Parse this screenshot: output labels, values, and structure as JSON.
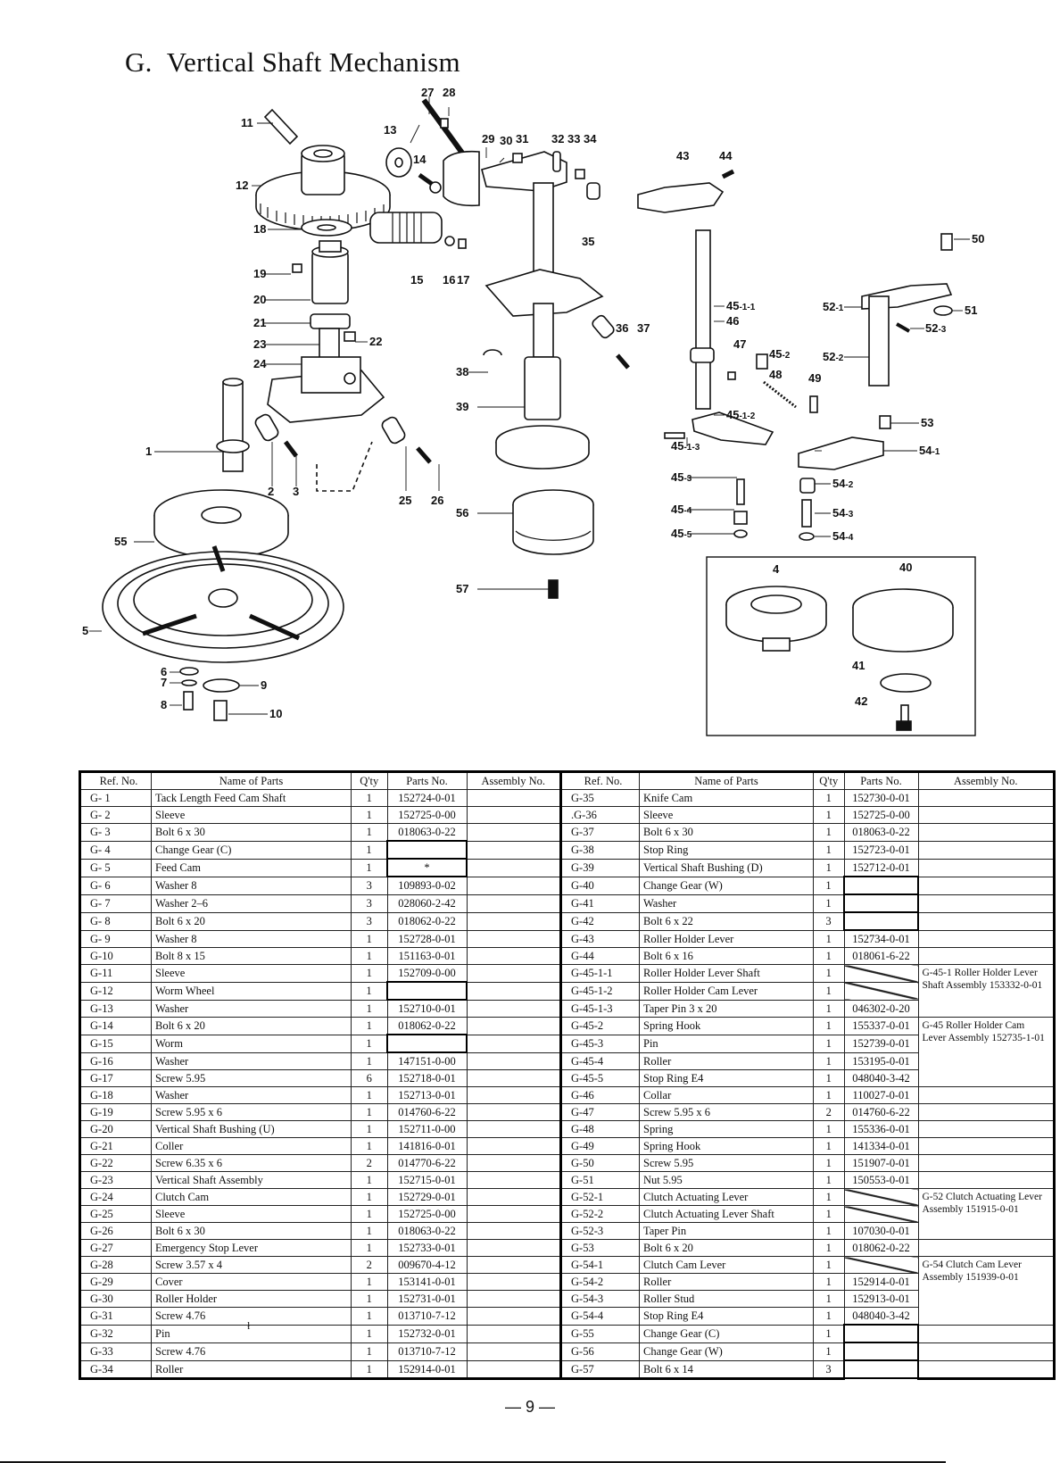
{
  "page": {
    "section_letter": "G.",
    "section_title": "Vertical Shaft Mechanism",
    "page_number": "— 9 —",
    "stray_mark": "ł"
  },
  "diagram": {
    "callouts": [
      "1",
      "2",
      "3",
      "4",
      "5",
      "6",
      "7",
      "8",
      "9",
      "10",
      "11",
      "12",
      "13",
      "14",
      "15",
      "16",
      "17",
      "18",
      "19",
      "20",
      "21",
      "22",
      "23",
      "24",
      "25",
      "26",
      "27",
      "28",
      "29",
      "30",
      "31",
      "32",
      "33",
      "34",
      "35",
      "36",
      "37",
      "38",
      "39",
      "40",
      "41",
      "42",
      "43",
      "44",
      "45-1-1",
      "45-1-2",
      "45-1-3",
      "45-2",
      "45-3",
      "45-4",
      "45-5",
      "46",
      "47",
      "48",
      "49",
      "50",
      "51",
      "52-1",
      "52-2",
      "52-3",
      "53",
      "54-1",
      "54-2",
      "54-3",
      "54-4",
      "55",
      "56",
      "57"
    ],
    "inset_callouts": [
      "4",
      "40",
      "41",
      "42"
    ]
  },
  "table": {
    "headers": {
      "ref": "Ref. No.",
      "name": "Name of Parts",
      "qty": "Q'ty",
      "parts_no": "Parts No.",
      "assembly_no": "Assembly No."
    },
    "left": [
      {
        "ref": "G- 1",
        "name": "Tack Length Feed Cam Shaft",
        "qty": "1",
        "parts_no": "152724-0-01"
      },
      {
        "ref": "G- 2",
        "name": "Sleeve",
        "qty": "1",
        "parts_no": "152725-0-00"
      },
      {
        "ref": "G- 3",
        "name": "Bolt 6 x 30",
        "qty": "1",
        "parts_no": "018063-0-22"
      },
      {
        "ref": "G- 4",
        "name": "Change Gear (C)",
        "qty": "1",
        "parts_no": "",
        "boxed": true
      },
      {
        "ref": "G- 5",
        "name": "Feed Cam",
        "qty": "1",
        "parts_no": "*",
        "boxed": true
      },
      {
        "ref": "G- 6",
        "name": "Washer 8",
        "qty": "3",
        "parts_no": "109893-0-02"
      },
      {
        "ref": "G- 7",
        "name": "Washer 2–6",
        "qty": "3",
        "parts_no": "028060-2-42"
      },
      {
        "ref": "G- 8",
        "name": "Bolt 6 x 20",
        "qty": "3",
        "parts_no": "018062-0-22"
      },
      {
        "ref": "G- 9",
        "name": "Washer 8",
        "qty": "1",
        "parts_no": "152728-0-01"
      },
      {
        "ref": "G-10",
        "name": "Bolt 8 x 15",
        "qty": "1",
        "parts_no": "151163-0-01"
      },
      {
        "ref": "G-11",
        "name": "Sleeve",
        "qty": "1",
        "parts_no": "152709-0-00"
      },
      {
        "ref": "G-12",
        "name": "Worm Wheel",
        "qty": "1",
        "parts_no": "",
        "boxed": true
      },
      {
        "ref": "G-13",
        "name": "Washer",
        "qty": "1",
        "parts_no": "152710-0-01"
      },
      {
        "ref": "G-14",
        "name": "Bolt 6 x 20",
        "qty": "1",
        "parts_no": "018062-0-22"
      },
      {
        "ref": "G-15",
        "name": "Worm",
        "qty": "1",
        "parts_no": "",
        "boxed": true
      },
      {
        "ref": "G-16",
        "name": "Washer",
        "qty": "1",
        "parts_no": "147151-0-00"
      },
      {
        "ref": "G-17",
        "name": "Screw 5.95",
        "qty": "6",
        "parts_no": "152718-0-01"
      },
      {
        "ref": "G-18",
        "name": "Washer",
        "qty": "1",
        "parts_no": "152713-0-01"
      },
      {
        "ref": "G-19",
        "name": "Screw 5.95 x 6",
        "qty": "1",
        "parts_no": "014760-6-22"
      },
      {
        "ref": "G-20",
        "name": "Vertical Shaft Bushing (U)",
        "qty": "1",
        "parts_no": "152711-0-00"
      },
      {
        "ref": "G-21",
        "name": "Coller",
        "qty": "1",
        "parts_no": "141816-0-01"
      },
      {
        "ref": "G-22",
        "name": "Screw 6.35 x 6",
        "qty": "2",
        "parts_no": "014770-6-22"
      },
      {
        "ref": "G-23",
        "name": "Vertical Shaft Assembly",
        "qty": "1",
        "parts_no": "152715-0-01"
      },
      {
        "ref": "G-24",
        "name": "Clutch Cam",
        "qty": "1",
        "parts_no": "152729-0-01"
      },
      {
        "ref": "G-25",
        "name": "Sleeve",
        "qty": "1",
        "parts_no": "152725-0-00"
      },
      {
        "ref": "G-26",
        "name": "Bolt 6 x 30",
        "qty": "1",
        "parts_no": "018063-0-22"
      },
      {
        "ref": "G-27",
        "name": "Emergency Stop Lever",
        "qty": "1",
        "parts_no": "152733-0-01"
      },
      {
        "ref": "G-28",
        "name": "Screw 3.57 x 4",
        "qty": "2",
        "parts_no": "009670-4-12"
      },
      {
        "ref": "G-29",
        "name": "Cover",
        "qty": "1",
        "parts_no": "153141-0-01"
      },
      {
        "ref": "G-30",
        "name": "Roller Holder",
        "qty": "1",
        "parts_no": "152731-0-01"
      },
      {
        "ref": "G-31",
        "name": "Screw 4.76",
        "qty": "1",
        "parts_no": "013710-7-12"
      },
      {
        "ref": "G-32",
        "name": "Pin",
        "qty": "1",
        "parts_no": "152732-0-01"
      },
      {
        "ref": "G-33",
        "name": "Screw 4.76",
        "qty": "1",
        "parts_no": "013710-7-12"
      },
      {
        "ref": "G-34",
        "name": "Roller",
        "qty": "1",
        "parts_no": "152914-0-01"
      }
    ],
    "right": [
      {
        "ref": "G-35",
        "name": "Knife Cam",
        "qty": "1",
        "parts_no": "152730-0-01"
      },
      {
        "ref": ".G-36",
        "name": "Sleeve",
        "qty": "1",
        "parts_no": "152725-0-00"
      },
      {
        "ref": "G-37",
        "name": "Bolt 6 x 30",
        "qty": "1",
        "parts_no": "018063-0-22"
      },
      {
        "ref": "G-38",
        "name": "Stop Ring",
        "qty": "1",
        "parts_no": "152723-0-01"
      },
      {
        "ref": "G-39",
        "name": "Vertical Shaft Bushing (D)",
        "qty": "1",
        "parts_no": "152712-0-01"
      },
      {
        "ref": "G-40",
        "name": "Change Gear (W)",
        "qty": "1",
        "parts_no": "",
        "boxed": true
      },
      {
        "ref": "G-41",
        "name": "Washer",
        "qty": "1",
        "parts_no": "",
        "boxed": true
      },
      {
        "ref": "G-42",
        "name": "Bolt 6 x 22",
        "qty": "3",
        "parts_no": "",
        "boxed": true
      },
      {
        "ref": "G-43",
        "name": "Roller Holder Lever",
        "qty": "1",
        "parts_no": "152734-0-01"
      },
      {
        "ref": "G-44",
        "name": "Bolt 6 x 16",
        "qty": "1",
        "parts_no": "018061-6-22"
      },
      {
        "ref": "G-45-1-1",
        "name": "Roller Holder Lever Shaft",
        "qty": "1",
        "parts_no": "",
        "diag": true
      },
      {
        "ref": "G-45-1-2",
        "name": "Roller Holder Cam Lever",
        "qty": "1",
        "parts_no": "",
        "diag": true
      },
      {
        "ref": "G-45-1-3",
        "name": "Taper Pin 3 x 20",
        "qty": "1",
        "parts_no": "046302-0-20"
      },
      {
        "ref": "G-45-2",
        "name": "Spring Hook",
        "qty": "1",
        "parts_no": "155337-0-01"
      },
      {
        "ref": "G-45-3",
        "name": "Pin",
        "qty": "1",
        "parts_no": "152739-0-01"
      },
      {
        "ref": "G-45-4",
        "name": "Roller",
        "qty": "1",
        "parts_no": "153195-0-01"
      },
      {
        "ref": "G-45-5",
        "name": "Stop Ring E4",
        "qty": "1",
        "parts_no": "048040-3-42"
      },
      {
        "ref": "G-46",
        "name": "Collar",
        "qty": "1",
        "parts_no": "110027-0-01"
      },
      {
        "ref": "G-47",
        "name": "Screw 5.95 x 6",
        "qty": "2",
        "parts_no": "014760-6-22"
      },
      {
        "ref": "G-48",
        "name": "Spring",
        "qty": "1",
        "parts_no": "155336-0-01"
      },
      {
        "ref": "G-49",
        "name": "Spring Hook",
        "qty": "1",
        "parts_no": "141334-0-01"
      },
      {
        "ref": "G-50",
        "name": "Screw 5.95",
        "qty": "1",
        "parts_no": "151907-0-01"
      },
      {
        "ref": "G-51",
        "name": "Nut 5.95",
        "qty": "1",
        "parts_no": "150553-0-01"
      },
      {
        "ref": "G-52-1",
        "name": "Clutch Actuating Lever",
        "qty": "1",
        "parts_no": "",
        "diag": true
      },
      {
        "ref": "G-52-2",
        "name": "Clutch Actuating Lever Shaft",
        "qty": "1",
        "parts_no": "",
        "diag": true
      },
      {
        "ref": "G-52-3",
        "name": "Taper Pin",
        "qty": "1",
        "parts_no": "107030-0-01"
      },
      {
        "ref": "G-53",
        "name": "Bolt 6 x 20",
        "qty": "1",
        "parts_no": "018062-0-22"
      },
      {
        "ref": "G-54-1",
        "name": "Clutch Cam Lever",
        "qty": "1",
        "parts_no": "",
        "diag": true
      },
      {
        "ref": "G-54-2",
        "name": "Roller",
        "qty": "1",
        "parts_no": "152914-0-01"
      },
      {
        "ref": "G-54-3",
        "name": "Roller Stud",
        "qty": "1",
        "parts_no": "152913-0-01"
      },
      {
        "ref": "G-54-4",
        "name": "Stop Ring E4",
        "qty": "1",
        "parts_no": "048040-3-42"
      },
      {
        "ref": "G-55",
        "name": "Change Gear (C)",
        "qty": "1",
        "parts_no": "",
        "boxed": true
      },
      {
        "ref": "G-56",
        "name": "Change Gear (W)",
        "qty": "1",
        "parts_no": "",
        "boxed": true
      },
      {
        "ref": "G-57",
        "name": "Bolt 6 x 14",
        "qty": "3",
        "parts_no": "",
        "boxed": true
      }
    ],
    "assemblies": [
      {
        "covers": "G-45-1-1..G-45-1-3",
        "text": "G-45-1 Roller Holder Lever Shaft Assembly 153332-0-01"
      },
      {
        "covers": "G-45-2..G-45-5",
        "text": "G-45 Roller Holder Cam Lever Assembly 152735-1-01"
      },
      {
        "covers": "G-52-1..G-52-3",
        "text": "G-52 Clutch Actuating Lever Assembly 151915-0-01"
      },
      {
        "covers": "G-54-1..G-54-4",
        "text": "G-54 Clutch Cam Lever Assembly 151939-0-01"
      }
    ]
  }
}
